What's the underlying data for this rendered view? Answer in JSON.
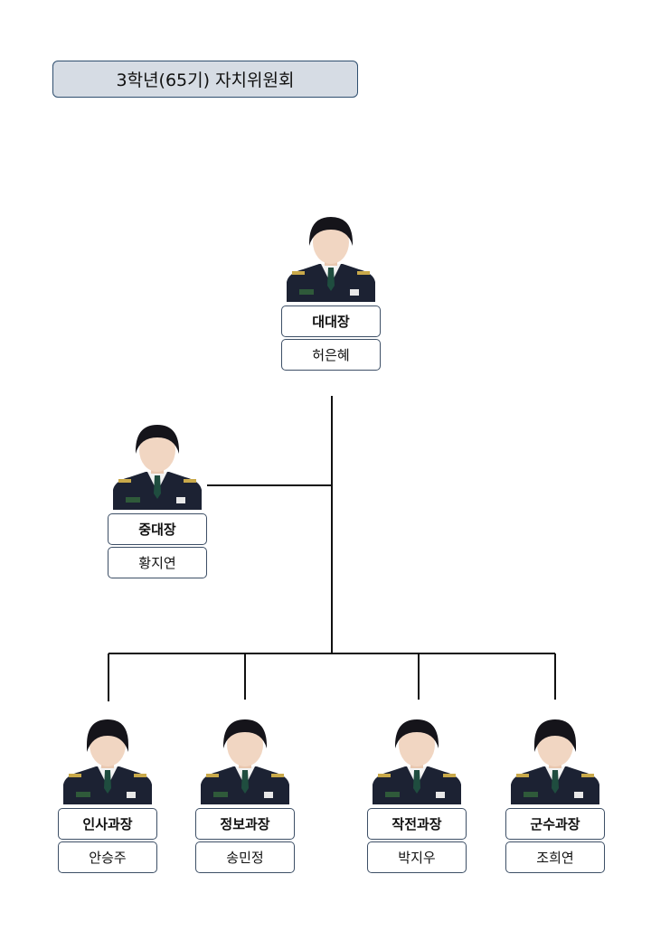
{
  "title": "3학년(65기) 자치위원회",
  "members": {
    "commander": {
      "role": "대대장",
      "name": "허은혜"
    },
    "vice": {
      "role": "중대장",
      "name": "황지연"
    },
    "personnel": {
      "role": "인사과장",
      "name": "안승주"
    },
    "intel": {
      "role": "정보과장",
      "name": "송민정"
    },
    "operations": {
      "role": "작전과장",
      "name": "박지우"
    },
    "logistics": {
      "role": "군수과장",
      "name": "조희연"
    }
  },
  "colors": {
    "title_fill": "#d6dce4",
    "border": "#3d4f66",
    "uniform": "#1c2233",
    "tie": "#1f4d3f"
  }
}
